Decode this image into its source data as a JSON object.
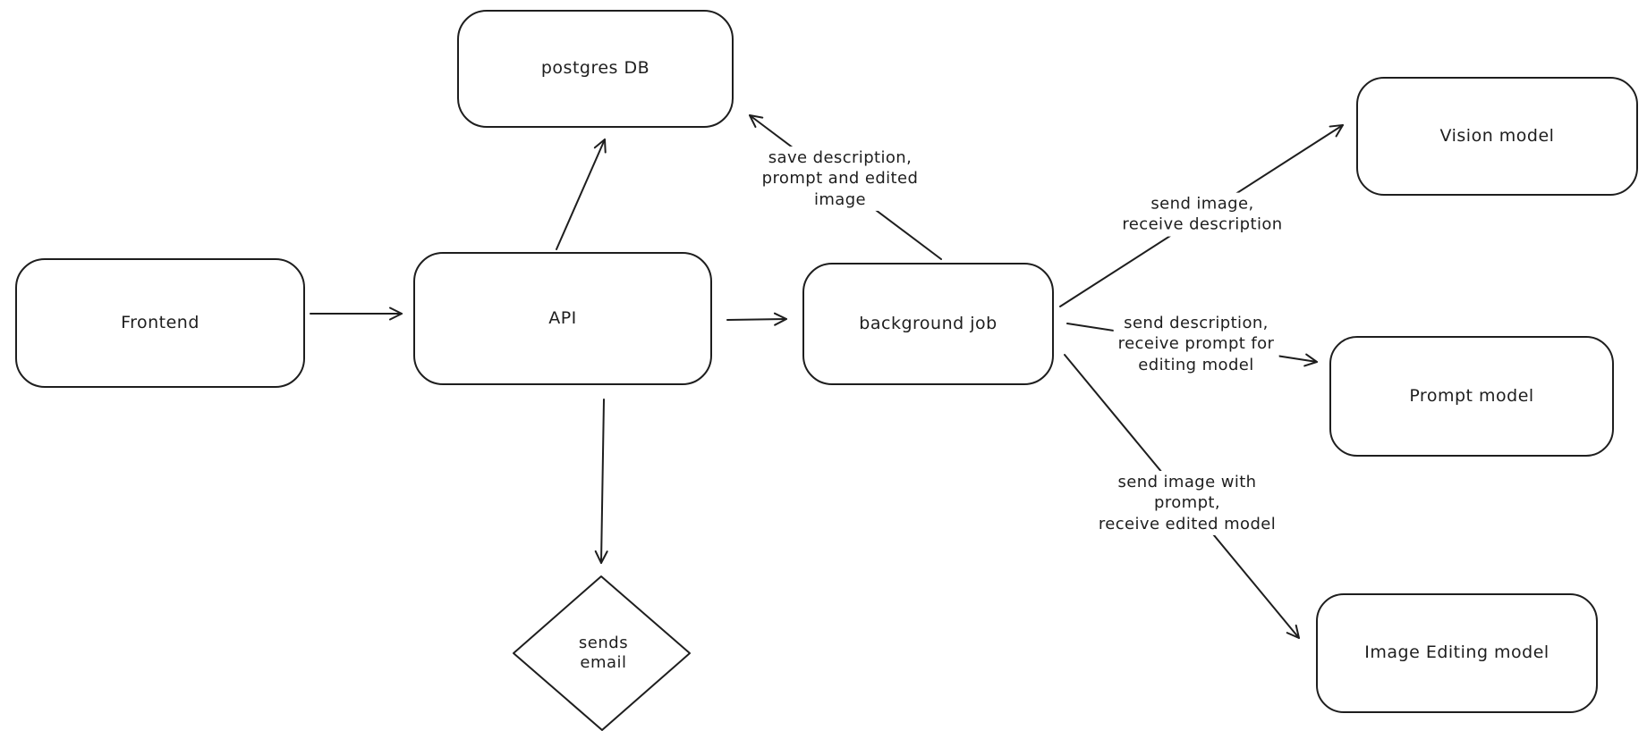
{
  "diagram": {
    "background_color": "#ffffff",
    "stroke_color": "#1e1e1e",
    "style": "hand-drawn whiteboard flowchart",
    "nodes": [
      {
        "id": "frontend",
        "shape": "rectangle",
        "label": "Frontend"
      },
      {
        "id": "api",
        "shape": "rectangle",
        "label": "API"
      },
      {
        "id": "postgres-db",
        "shape": "rectangle",
        "label": "postgres DB"
      },
      {
        "id": "background-job",
        "shape": "rectangle",
        "label": "background job"
      },
      {
        "id": "vision-model",
        "shape": "rectangle",
        "label": "Vision model"
      },
      {
        "id": "prompt-model",
        "shape": "rectangle",
        "label": "Prompt model"
      },
      {
        "id": "image-editing-model",
        "shape": "rectangle",
        "label": "Image Editing model"
      },
      {
        "id": "sends-email",
        "shape": "diamond",
        "label": "sends\nemail"
      }
    ],
    "edges": [
      {
        "from": "frontend",
        "to": "api",
        "label": ""
      },
      {
        "from": "api",
        "to": "postgres-db",
        "label": ""
      },
      {
        "from": "api",
        "to": "sends-email",
        "label": ""
      },
      {
        "from": "api",
        "to": "background-job",
        "label": ""
      },
      {
        "from": "background-job",
        "to": "postgres-db",
        "label": "save description,\nprompt and edited\nimage"
      },
      {
        "from": "background-job",
        "to": "vision-model",
        "label": "send image,\nreceive description"
      },
      {
        "from": "background-job",
        "to": "prompt-model",
        "label": "send description,\nreceive prompt for\nediting model"
      },
      {
        "from": "background-job",
        "to": "image-editing-model",
        "label": "send image with\nprompt,\nreceive edited model"
      }
    ]
  }
}
